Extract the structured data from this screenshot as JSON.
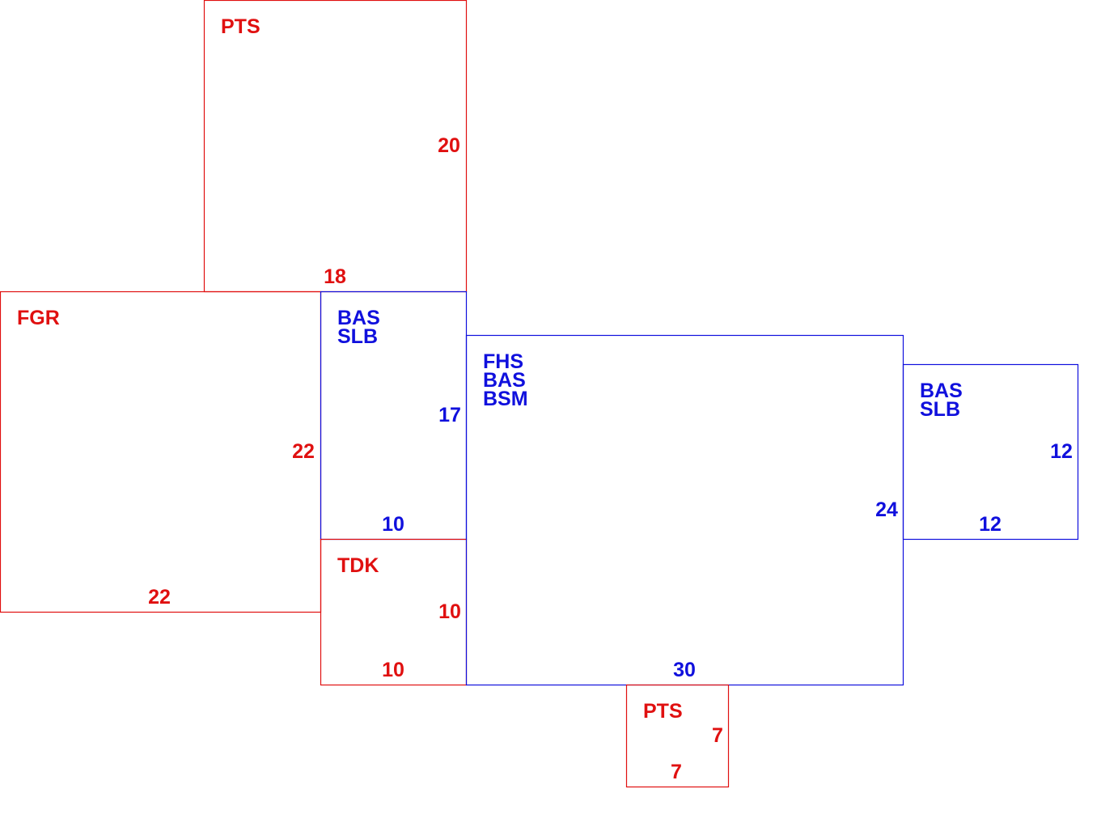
{
  "colors": {
    "red": "#e01010",
    "blue": "#1010dd"
  },
  "areas": [
    {
      "id": "pts-top",
      "color": "red",
      "codes": [
        "PTS"
      ],
      "right_dim": "20",
      "bottom_dim": "18"
    },
    {
      "id": "fgr",
      "color": "red",
      "codes": [
        "FGR"
      ],
      "right_dim": "22",
      "bottom_dim": "22"
    },
    {
      "id": "bas-left",
      "color": "blue",
      "codes": [
        "BAS",
        "SLB"
      ],
      "right_dim": "17",
      "bottom_dim": "10"
    },
    {
      "id": "tdk",
      "color": "red",
      "codes": [
        "TDK"
      ],
      "right_dim": "10",
      "bottom_dim": "10"
    },
    {
      "id": "main",
      "color": "blue",
      "codes": [
        "FHS",
        "BAS",
        "BSM"
      ],
      "right_dim": "24",
      "bottom_dim": "30"
    },
    {
      "id": "bas-right",
      "color": "blue",
      "codes": [
        "BAS",
        "SLB"
      ],
      "right_dim": "12",
      "bottom_dim": "12"
    },
    {
      "id": "pts-bottom",
      "color": "red",
      "codes": [
        "PTS"
      ],
      "right_dim": "7",
      "bottom_dim": "7"
    }
  ]
}
